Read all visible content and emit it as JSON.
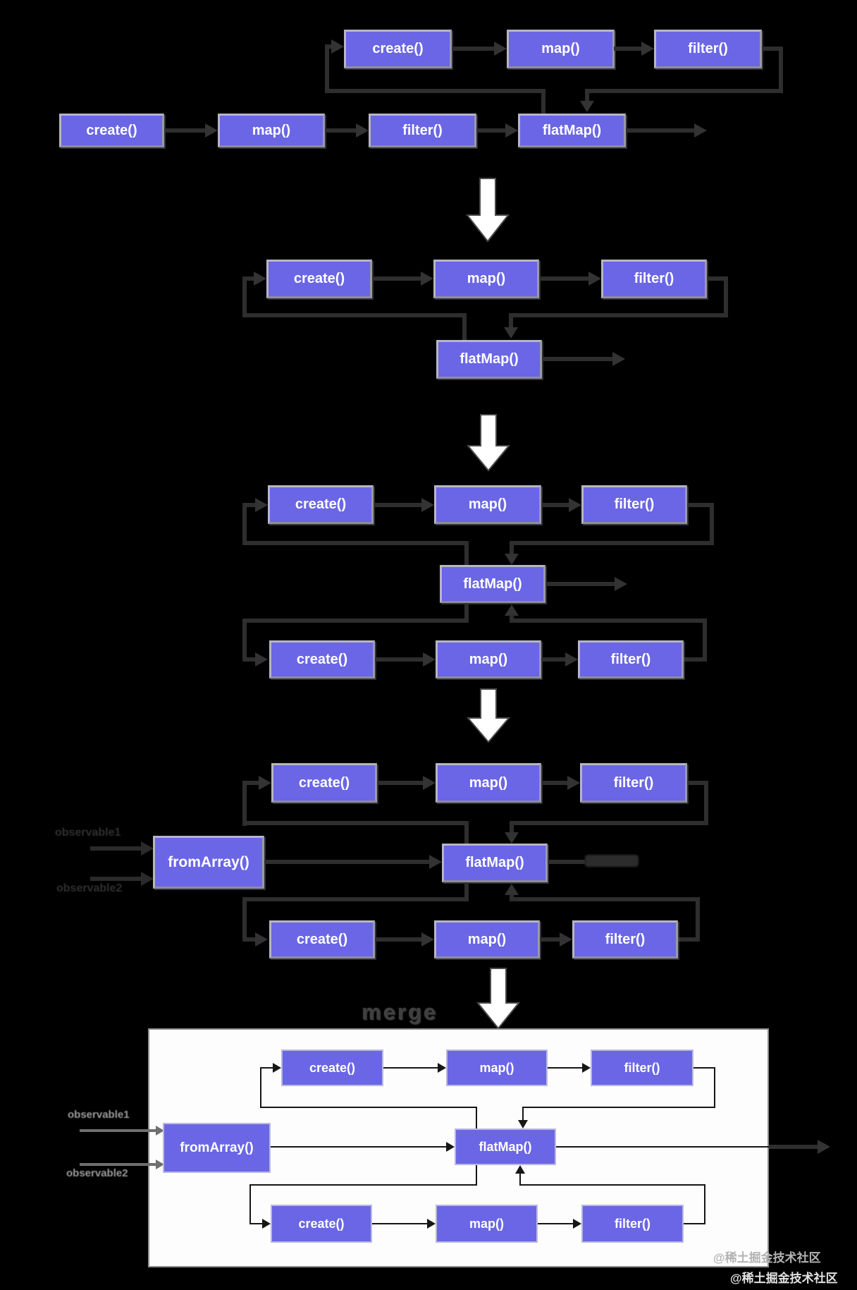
{
  "labels": {
    "create": "create()",
    "map": "map()",
    "filter": "filter()",
    "flatmap": "flatMap()",
    "fromarray": "fromArray()"
  },
  "annotations": {
    "observable1": "observable1",
    "observable2": "observable2",
    "merge": "merge"
  },
  "watermark": {
    "line1": "@稀土掘金技术社区",
    "line2": "@稀土掘金技术社区"
  },
  "colors": {
    "background": "#000000",
    "node_fill": "#6A66E5",
    "node_border": "#b7b6c2",
    "node_text": "#ffffff",
    "connector_dark": "#2e2e2e",
    "panel_background": "#fdfdfd",
    "panel_connector": "#161616",
    "big_arrow": "#ffffff",
    "observable_label_dark": "#2f2f2f",
    "observable_label_gray": "#9a9a9a",
    "merge_label": "#3f3f3f",
    "watermark_gray": "#b3b3b3"
  },
  "structure": {
    "section1": {
      "main_chain": [
        "create()",
        "map()",
        "filter()",
        "flatMap()"
      ],
      "spawned_inner_chain_above": [
        "create()",
        "map()",
        "filter()"
      ]
    },
    "section2": {
      "inner_chain_above": [
        "create()",
        "map()",
        "filter()"
      ],
      "flatmap_below": "flatMap()"
    },
    "section3": {
      "inner_chain_above": [
        "create()",
        "map()",
        "filter()"
      ],
      "flatmap_middle": "flatMap()",
      "inner_chain_below": [
        "create()",
        "map()",
        "filter()"
      ]
    },
    "section4": {
      "inputs": [
        "observable1",
        "observable2"
      ],
      "source": "fromArray()",
      "inner_chain_above": [
        "create()",
        "map()",
        "filter()"
      ],
      "flatmap_middle": "flatMap()",
      "inner_chain_below": [
        "create()",
        "map()",
        "filter()"
      ]
    },
    "section5": {
      "label": "merge",
      "white_panel": true,
      "inputs": [
        "observable1",
        "observable2"
      ],
      "source": "fromArray()",
      "inner_chain_above": [
        "create()",
        "map()",
        "filter()"
      ],
      "flatmap_middle": "flatMap()",
      "inner_chain_below": [
        "create()",
        "map()",
        "filter()"
      ]
    }
  }
}
